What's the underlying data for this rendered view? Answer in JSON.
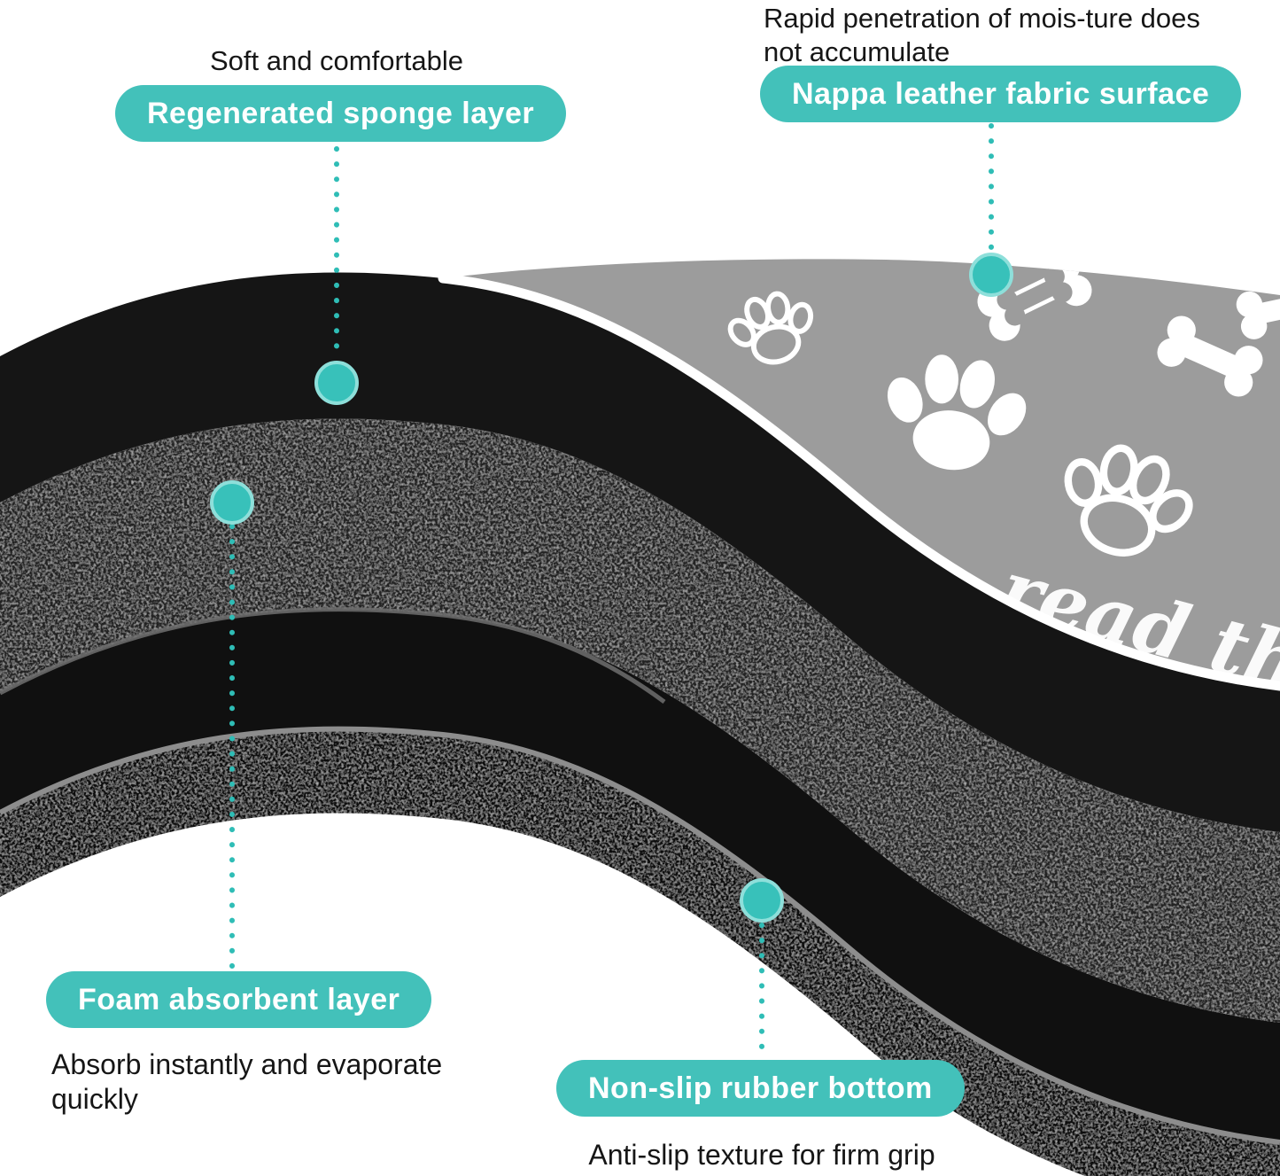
{
  "callouts": [
    {
      "id": "sponge",
      "note": "Soft and comfortable",
      "label": "Regenerated sponge layer"
    },
    {
      "id": "surface",
      "note_line1": "Rapid penetration of mois-ture does",
      "note_line2": "not accumulate",
      "label": "Nappa leather fabric surface"
    },
    {
      "id": "foam",
      "label": "Foam absorbent layer",
      "note_line1": "Absorb instantly and evaporate",
      "note_line2": "quickly"
    },
    {
      "id": "rubber",
      "label": "Non-slip rubber bottom",
      "note": "Anti-slip texture for firm grip"
    }
  ],
  "product": {
    "surface_script_text": "read th",
    "pattern_icons": [
      "paw-print",
      "dog-bone"
    ]
  },
  "colors": {
    "accent_teal": "#3cc1ba",
    "pill_teal": "#43c1ba",
    "surface_gray": "#9c9c9c",
    "mat_black": "#141414",
    "pattern_white": "#ffffff"
  }
}
